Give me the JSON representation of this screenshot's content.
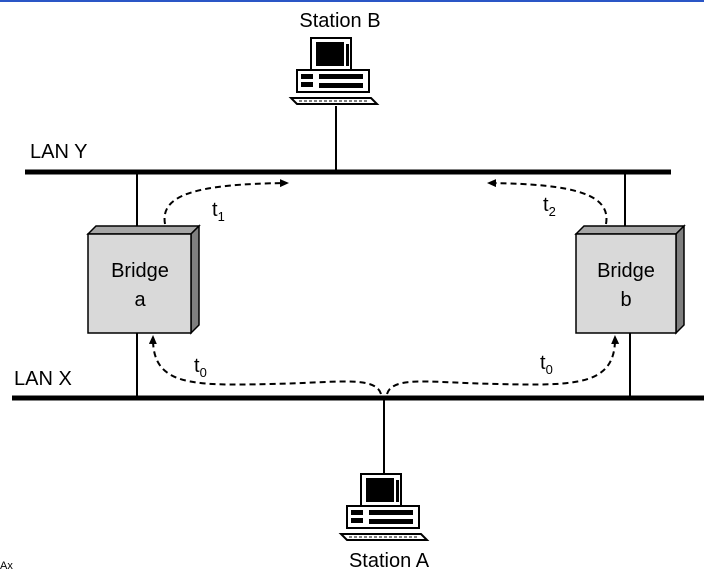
{
  "stations": {
    "b_label": "Station B",
    "a_label": "Station A"
  },
  "lans": {
    "y_label": "LAN Y",
    "x_label": "LAN X"
  },
  "bridges": {
    "a": {
      "line1": "Bridge",
      "line2": "a"
    },
    "b": {
      "line1": "Bridge",
      "line2": "b"
    }
  },
  "times": {
    "t0": "t",
    "t0_sub": "0",
    "t1": "t",
    "t1_sub": "1",
    "t2": "t",
    "t2_sub": "2"
  },
  "corner_text": "Ax",
  "colors": {
    "top_rule": "#2a56c6",
    "bridge_front": "#d9d9d9",
    "bridge_side": "#7f7f7f",
    "bridge_top": "#a6a6a6",
    "lan_line": "#000000"
  }
}
